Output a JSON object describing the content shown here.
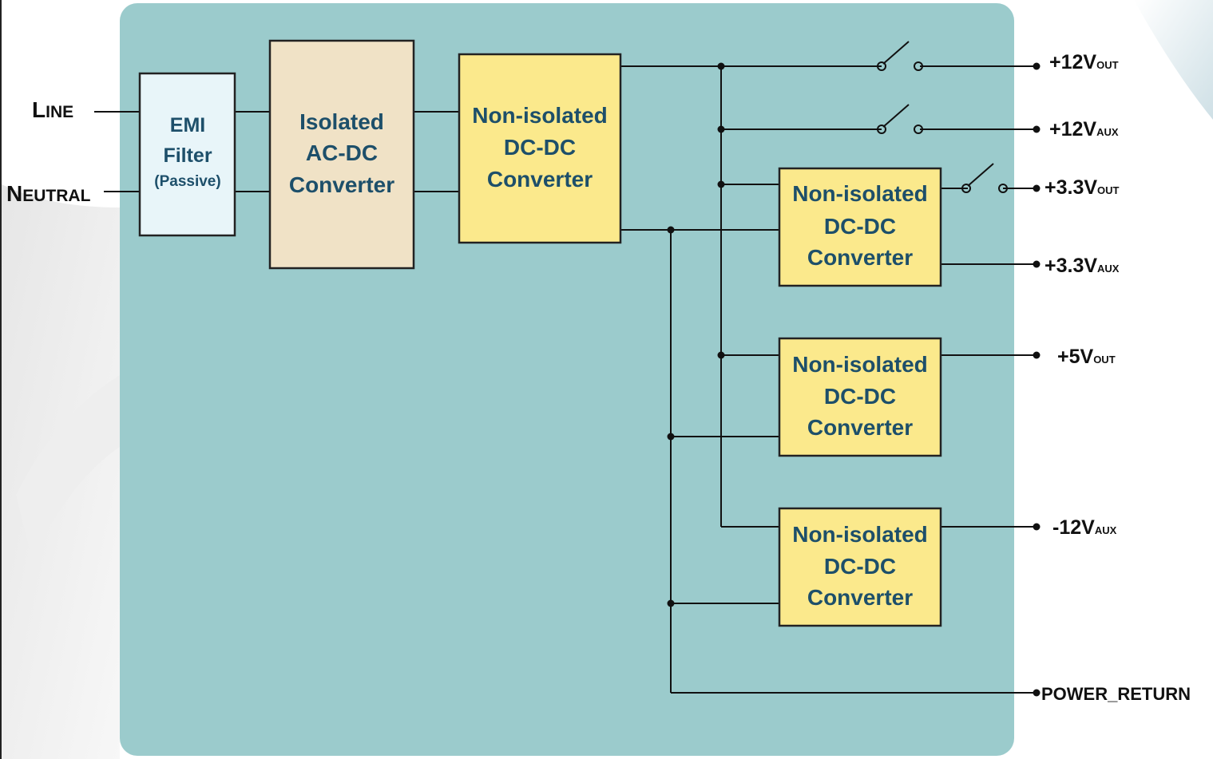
{
  "colors": {
    "panel": "#9bcbcc",
    "emi_fill": "#e8f5f9",
    "isolated_fill": "#f0e2c6",
    "converter_fill": "#fbe98c",
    "text_blue": "#1d4f6a"
  },
  "inputs": {
    "line": {
      "big": "L",
      "small": "INE"
    },
    "neutral": {
      "big": "N",
      "small": "EUTRAL"
    }
  },
  "blocks": {
    "emi": {
      "line1": "EMI",
      "line2": "Filter",
      "line3": "(Passive)"
    },
    "isolated": {
      "line1": "Isolated",
      "line2": "AC-DC",
      "line3": "Converter"
    },
    "main_dcdc": {
      "line1": "Non-isolated",
      "line2": "DC-DC",
      "line3": "Converter"
    },
    "dcdc_33": {
      "line1": "Non-isolated",
      "line2": "DC-DC",
      "line3": "Converter"
    },
    "dcdc_5": {
      "line1": "Non-isolated",
      "line2": "DC-DC",
      "line3": "Converter"
    },
    "dcdc_n12": {
      "line1": "Non-isolated",
      "line2": "DC-DC",
      "line3": "Converter"
    }
  },
  "outputs": {
    "v12_out": {
      "main": "+12V",
      "sub": "OUT"
    },
    "v12_aux": {
      "main": "+12V",
      "sub": "AUX"
    },
    "v33_out": {
      "main": "+3.3V",
      "sub": "OUT"
    },
    "v33_aux": {
      "main": "+3.3V",
      "sub": "AUX"
    },
    "v5_out": {
      "main": "+5V",
      "sub": "OUT"
    },
    "vn12_aux": {
      "main": "-12V",
      "sub": "AUX"
    },
    "power_return": {
      "main": "POWER_RETURN"
    }
  }
}
